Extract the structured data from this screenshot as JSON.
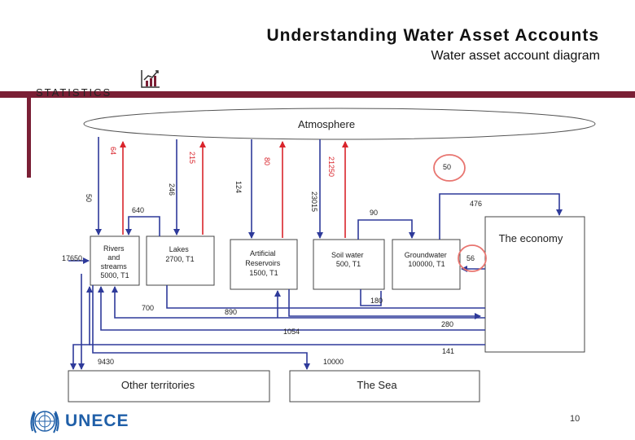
{
  "slide": {
    "title": "Understanding Water Asset Accounts",
    "subtitle": "Water asset account diagram",
    "section": "STATISTICS",
    "org": "UNECE",
    "page_number": "10"
  },
  "colors": {
    "inflow_arrows": "#2e3a9a",
    "outflow_arrows": "#d9242b",
    "maroon": "#7a1f35",
    "highlight_circle": "#e87570",
    "brand_blue": "#1f5fa8"
  },
  "nodes": {
    "atmosphere": "Atmosphere",
    "rivers": [
      "Rivers",
      "and",
      "streams",
      "5000, T1"
    ],
    "lakes": [
      "Lakes",
      "2700, T1"
    ],
    "reservoirs": [
      "Artificial",
      "Reservoirs",
      "1500, T1"
    ],
    "soil": [
      "Soil water",
      "500, T1"
    ],
    "groundwater": [
      "Groundwater",
      "100000, T1"
    ],
    "economy": "The economy",
    "other_territories": "Other territories",
    "sea": "The Sea"
  },
  "flows": {
    "v50": "50",
    "v64": "64",
    "v215": "215",
    "v246": "246",
    "v80": "80",
    "v124": "124",
    "v23015": "23015",
    "v21250": "21250",
    "v640": "640",
    "v17650": "17650",
    "v90": "90",
    "v476": "476",
    "v50_circled": "50",
    "v56_circled": "56",
    "v700": "700",
    "v890": "890",
    "v180": "180",
    "v280": "280",
    "v1054": "1054",
    "v141": "141",
    "v9430": "9430",
    "v10000": "10000"
  }
}
